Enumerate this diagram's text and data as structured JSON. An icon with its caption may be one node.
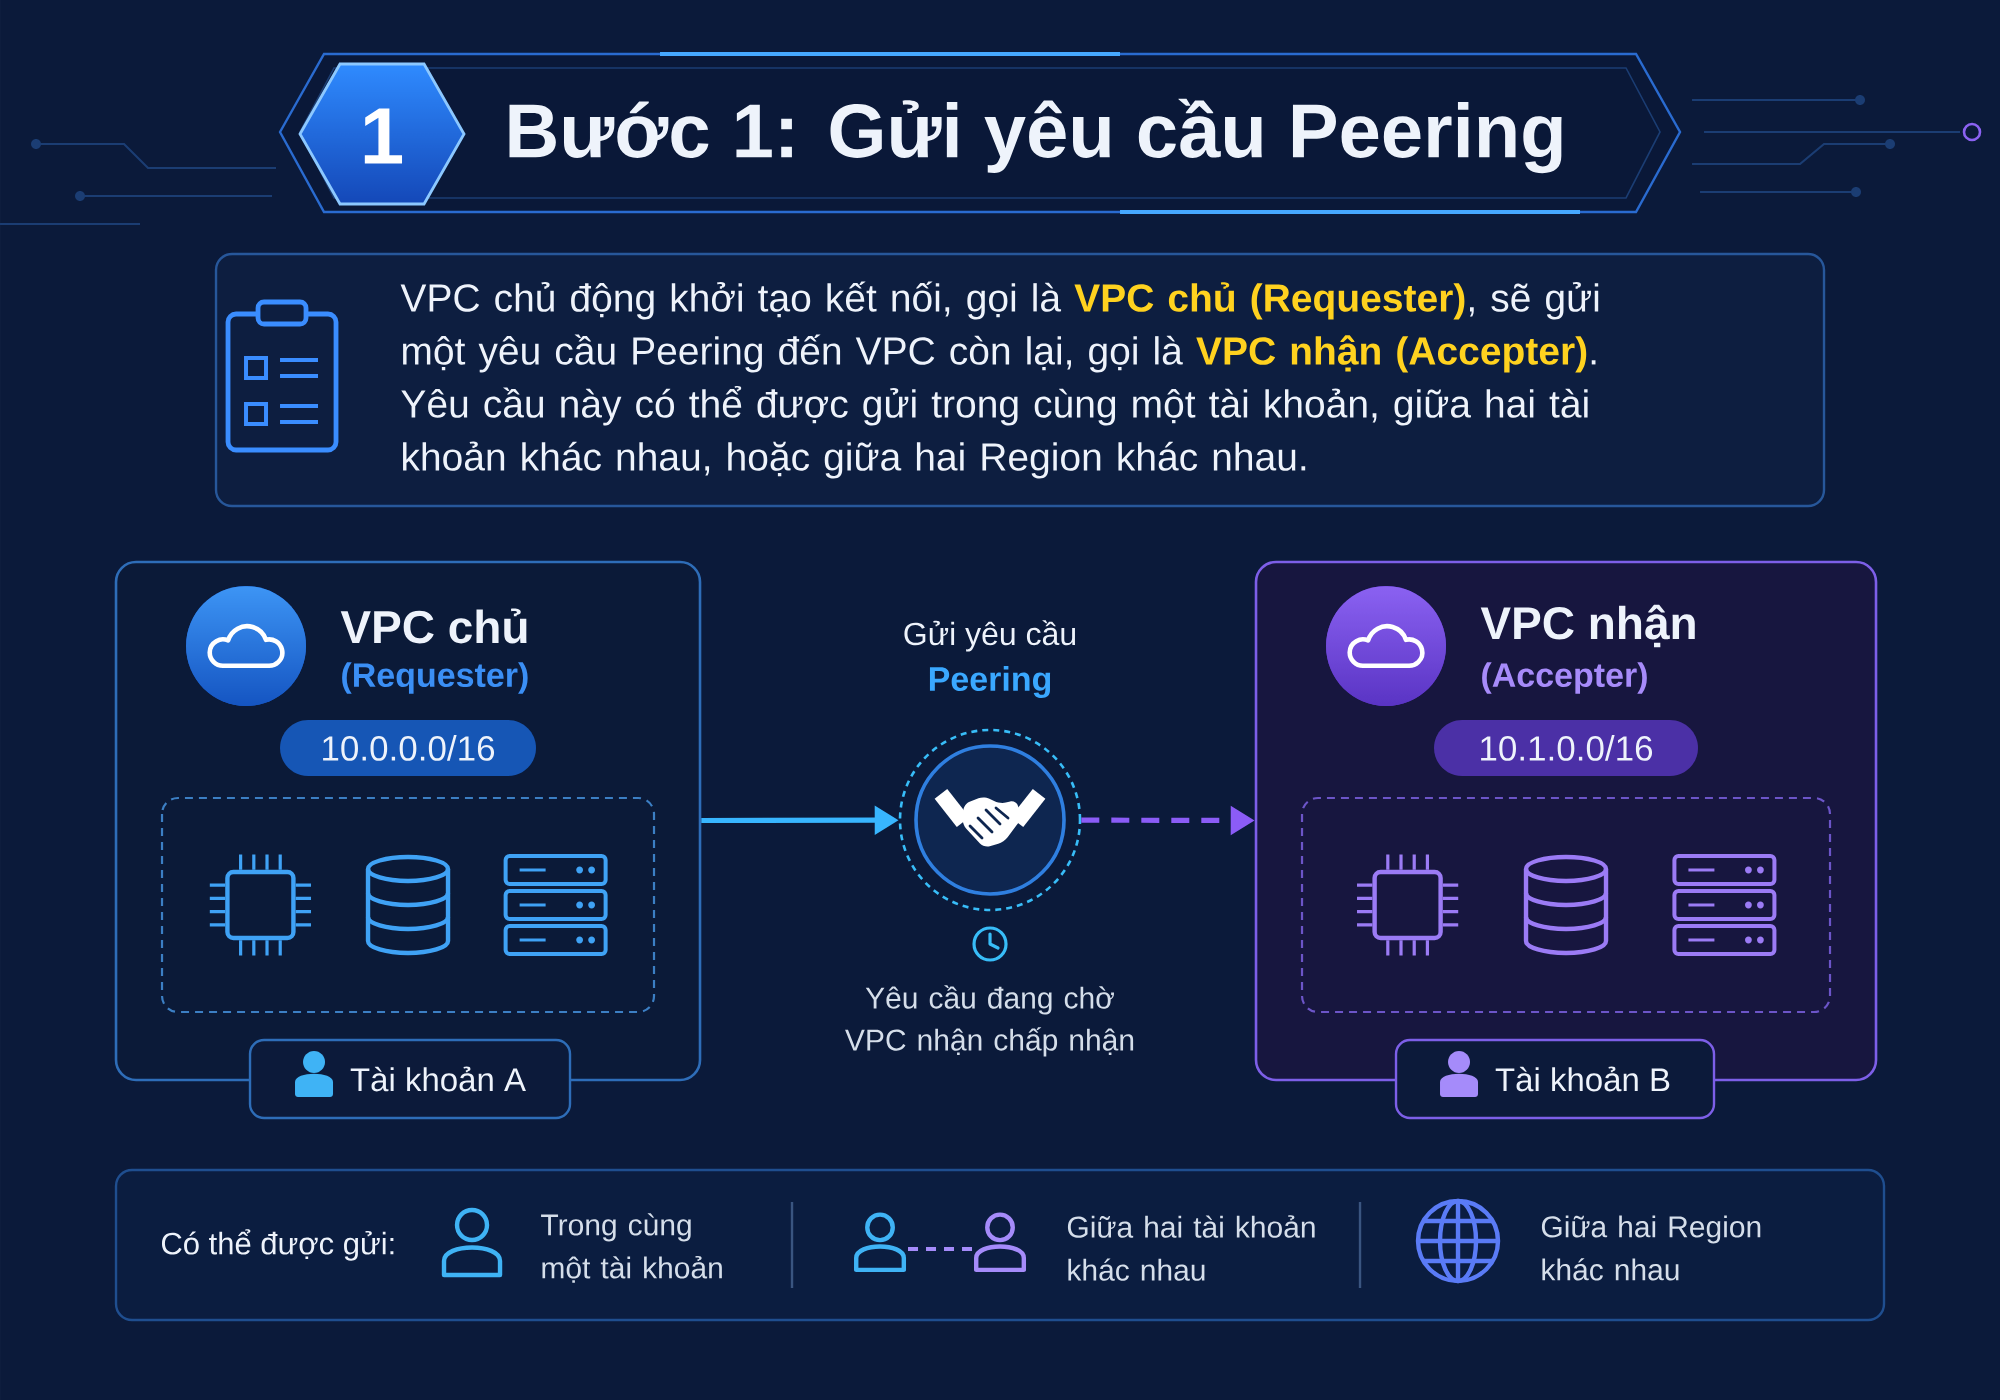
{
  "diagram": {
    "title": "Bước 1: Gửi yêu cầu Peering",
    "nodes": [
      {
        "text": [
          "VPC chủ động khởi tạo kết nối, gọi là **VPC chủ (Requester)**, sẽ gửi một yêu cầu Peering đến VPC còn lại, gọi là **VPC nhận (Accepter)**. Yêu cầu này có thể được gửi trong cùng một tài khoản, giữa hai tài khoản khác nhau, hoặc giữa hai Region khác nhau."
        ]
      },
      {
        "text": [
          "VPC chủ",
          "(Requester)"
        ]
      },
      {
        "text": [
          "10.0.0.0/16"
        ],
        "in": 1
      },
      {
        "text": [
          "Tài khoản A"
        ]
      },
      {
        "text": [
          "Gửi yêu cầu",
          "Peering"
        ],
        "beside": [
          "Yêu cầu đang chờ VPC nhận chấp nhận"
        ]
      },
      {
        "text": [
          "VPC nhận",
          "(Accepter)"
        ]
      },
      {
        "text": [
          "10.1.0.0/16"
        ],
        "in": 5
      },
      {
        "text": [
          "Tài khoản B"
        ]
      },
      {
        "text": [
          "Có thể được gửi:",
          "Trong cùng một tài khoản",
          "Giữa hai tài khoản khác nhau",
          "Giữa hai Region khác nhau"
        ]
      }
    ],
    "edges": [
      {
        "from": 1,
        "to": 4,
        "arrow": "to"
      },
      {
        "from": 4,
        "to": 5,
        "arrow": "to",
        "style": "dashed",
        "color": "#8b5cf6"
      }
    ],
    "labels": [
      "1"
    ]
  }
}
